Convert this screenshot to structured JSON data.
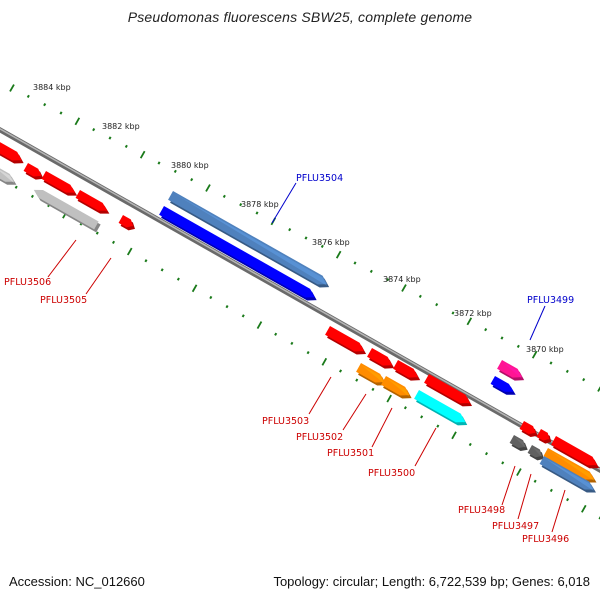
{
  "title": "Pseudomonas fluorescens SBW25, complete genome",
  "footer": {
    "accession": "Accession: NC_012660",
    "summary": "Topology: circular; Length: 6,722,539 bp; Genes: 6,018"
  },
  "ticks": [
    "3884 kbp",
    "3882 kbp",
    "3880 kbp",
    "3878 kbp",
    "3876 kbp",
    "3874 kbp",
    "3872 kbp",
    "3870 kbp"
  ],
  "genes": [
    {
      "label": "PFLU3506",
      "color": "#cc0000"
    },
    {
      "label": "PFLU3505",
      "color": "#cc0000"
    },
    {
      "label": "PFLU3504",
      "color": "#0000cc"
    },
    {
      "label": "PFLU3503",
      "color": "#cc0000"
    },
    {
      "label": "PFLU3502",
      "color": "#cc0000"
    },
    {
      "label": "PFLU3501",
      "color": "#cc0000"
    },
    {
      "label": "PFLU3500",
      "color": "#cc0000"
    },
    {
      "label": "PFLU3499",
      "color": "#0000cc"
    },
    {
      "label": "PFLU3498",
      "color": "#cc0000"
    },
    {
      "label": "PFLU3497",
      "color": "#cc0000"
    },
    {
      "label": "PFLU3496",
      "color": "#cc0000"
    }
  ],
  "colors": {
    "backbone": "#808080",
    "tick": "#1a7a1a",
    "red_gene": "#ff0000",
    "blue_gene": "#0000ff",
    "steel_gene": "#4f81bd",
    "gray_gene": "#c0c0c0",
    "orange_gene": "#ff8c00",
    "cyan_gene": "#00ffff",
    "magenta_gene": "#ff1493"
  }
}
